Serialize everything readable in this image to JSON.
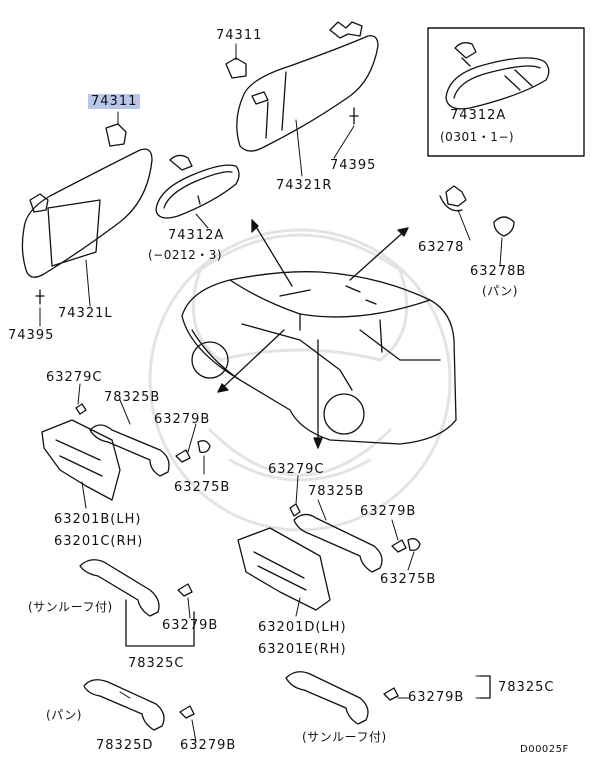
{
  "parts": {
    "p74311_top": "74311",
    "p74311_left": "74311",
    "p74321R": "74321R",
    "p74321L": "74321L",
    "p74395_right": "74395",
    "p74395_left": "74395",
    "p74312A_box": "74312A",
    "p74312A_box_date": "(0301・1−)",
    "p74312A": "74312A",
    "p74312A_date": "(−0212・3)",
    "p63278": "63278",
    "p63278B": "63278B",
    "p63278B_note": "(パン)",
    "p63279C_left": "63279C",
    "p78325B_left": "78325B",
    "p63279B_left": "63279B",
    "p63275B_left": "63275B",
    "p63201B": "63201B(LH)",
    "p63201C": "63201C(RH)",
    "p63279C_mid": "63279C",
    "p78325B_mid": "78325B",
    "p63279B_mid": "63279B",
    "p63275B_mid": "63275B",
    "p63201D": "63201D(LH)",
    "p63201E": "63201E(RH)",
    "sunroof_left": "(サンルーフ付)",
    "p63279B_sun": "63279B",
    "p78325C_left": "78325C",
    "van_left": "(パン)",
    "p78325D": "78325D",
    "p63279B_bottom": "63279B",
    "p63279B_right": "63279B",
    "p78325C_right": "78325C",
    "sunroof_right": "(サンルーフ付)",
    "diagram_code": "D00025F"
  },
  "highlight_color": "#b8c6ea"
}
